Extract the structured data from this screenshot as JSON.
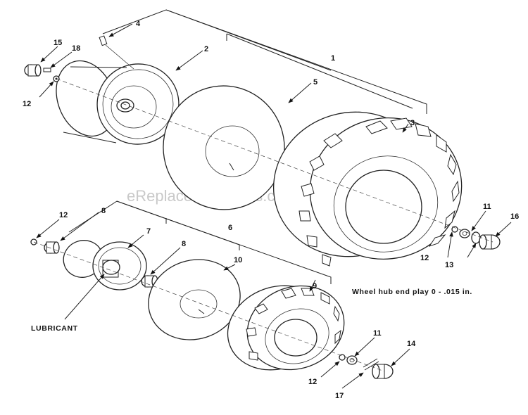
{
  "diagram": {
    "watermark": "eReplacementParts.com",
    "labels": {
      "c1": "1",
      "c2": "2",
      "c3": "3",
      "c4": "4",
      "c5": "5",
      "c6": "6",
      "c7": "7",
      "c8a": "8",
      "c8b": "8",
      "c9": "9",
      "c10": "10",
      "c11a": "11",
      "c11b": "11",
      "c12a": "12",
      "c12b": "12",
      "c12c": "12",
      "c12d": "12",
      "c13": "13",
      "c14": "14",
      "c15": "15",
      "c16": "16",
      "c17": "17",
      "c18": "18"
    },
    "lubricant": "LUBRICANT",
    "note": "Wheel hub end play 0 - .015 in."
  }
}
